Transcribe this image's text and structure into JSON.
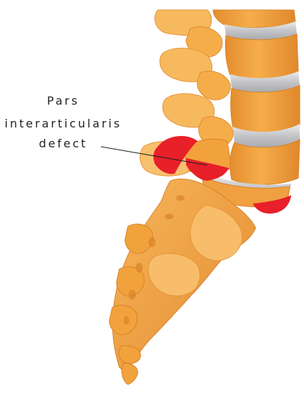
{
  "label": {
    "lines": [
      "Pars",
      "interarticularis",
      "defect"
    ]
  },
  "colors": {
    "bone": "#f2a23c",
    "bone_light": "#f7c06e",
    "bone_shadow": "#d9832a",
    "disc": "#c9cacc",
    "disc_light": "#e6e6e8",
    "defect": "#e8202a",
    "leader_line": "#222222"
  },
  "icons": [
    "lumbar-spine-illustration"
  ]
}
